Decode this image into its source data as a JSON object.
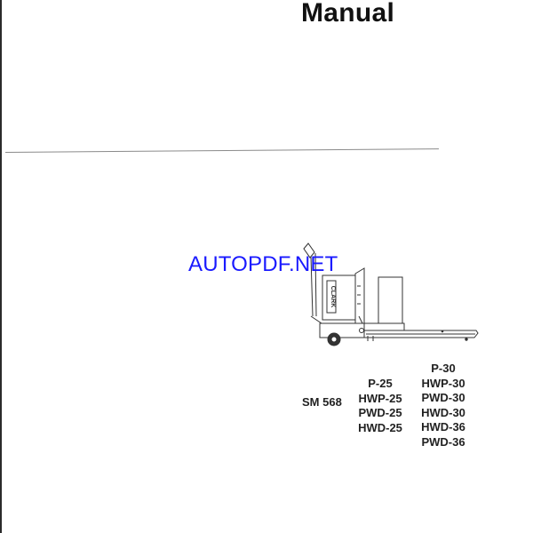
{
  "document": {
    "title": "Manual",
    "watermark": "AUTOPDF.NET",
    "service_manual_number": "SM 568",
    "models_group_25": [
      "P-25",
      "HWP-25",
      "PWD-25",
      "HWD-25"
    ],
    "models_group_30": [
      "P-30",
      "HWP-30",
      "PWD-30",
      "HWD-30",
      "HWD-36",
      "PWD-36"
    ],
    "illustration": {
      "subject": "electric pallet truck",
      "brand_on_body": "CLARK"
    },
    "colors": {
      "watermark": "#1a1aff",
      "text": "#222222",
      "rule": "#8a8a8a"
    }
  }
}
